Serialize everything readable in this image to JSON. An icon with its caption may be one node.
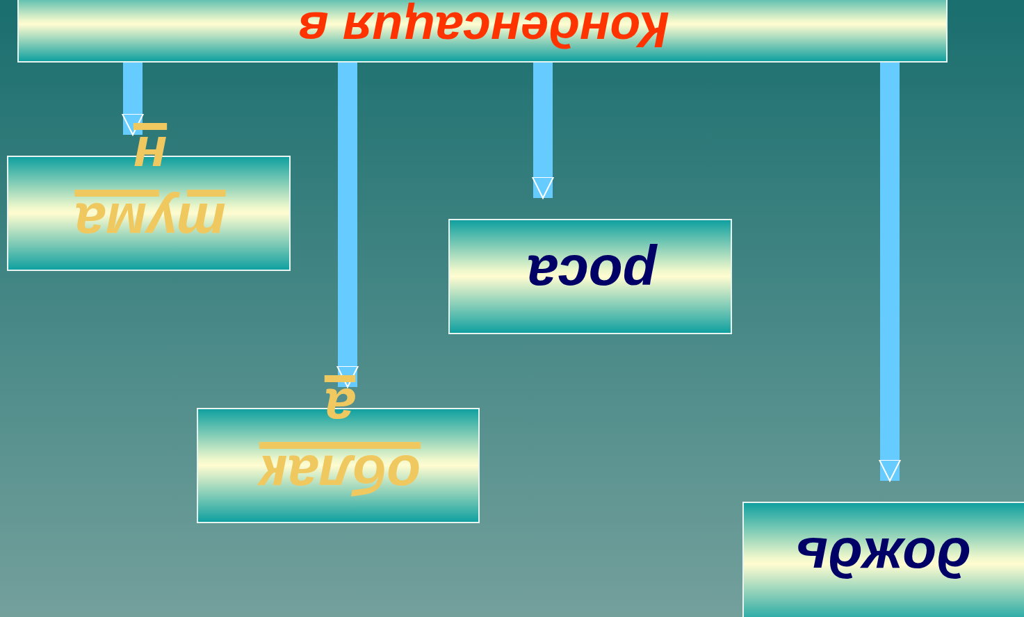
{
  "diagram": {
    "nodes": [
      {
        "text": [
          "Конденсация в"
        ]
      },
      {
        "text": [
          "туман"
        ]
      },
      {
        "text": [
          "облака"
        ]
      },
      {
        "text": [
          "роса"
        ]
      },
      {
        "text": [
          "дождь"
        ]
      }
    ],
    "edges": [
      {
        "from": 0,
        "to": 1,
        "arrow": "to"
      },
      {
        "from": 0,
        "to": 2,
        "arrow": "to"
      },
      {
        "from": 0,
        "to": 3,
        "arrow": "to"
      },
      {
        "from": 0,
        "to": 4,
        "arrow": "to"
      }
    ]
  }
}
